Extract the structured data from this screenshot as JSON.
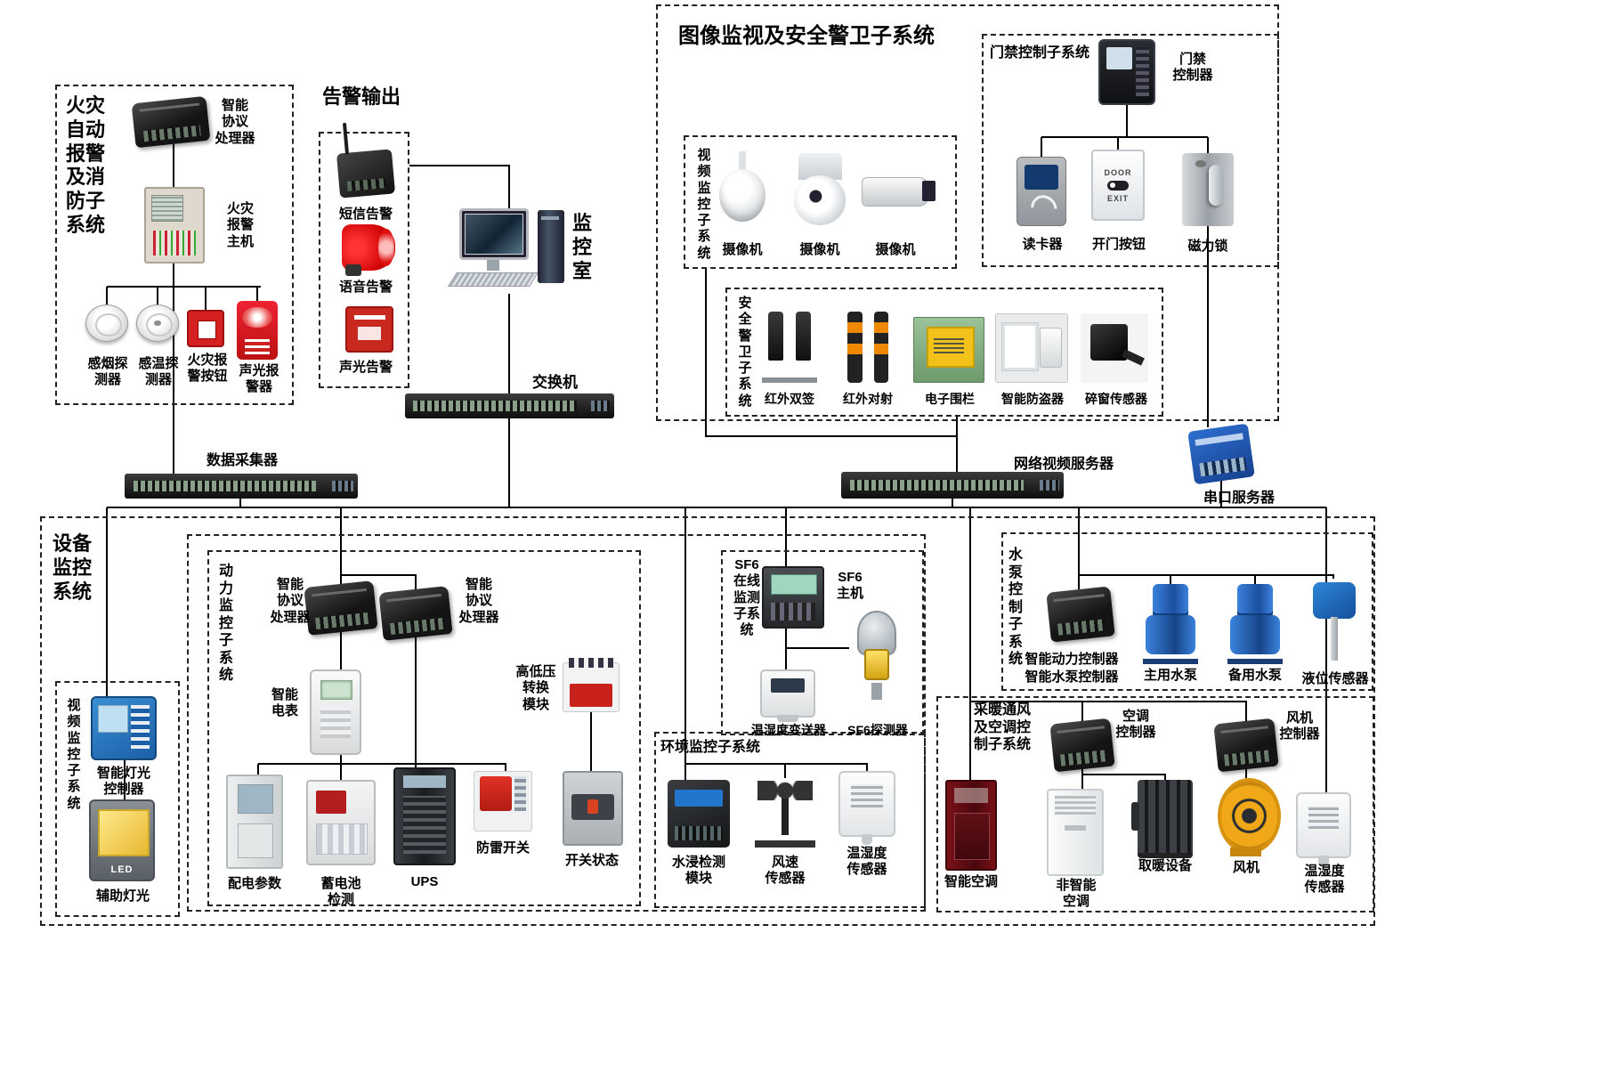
{
  "image_security": {
    "title": "图像监视及安全警卫子系统",
    "access": {
      "title": "门禁控制子系统",
      "controller": "门禁\n控制器",
      "reader": "读卡器",
      "door_button": "开门按钮",
      "door_text_top": "DOOR",
      "door_text_bottom": "EXIT",
      "mag_lock": "磁力锁"
    },
    "video": {
      "title": "视\n频\n监\n控\n子\n系\n统",
      "cam1": "摄像机",
      "cam2": "摄像机",
      "cam3": "摄像机"
    },
    "guard": {
      "title": "安\n全\n警\n卫\n子\n系\n统",
      "ir_dual": "红外双签",
      "ir_beam": "红外对射",
      "fence": "电子围栏",
      "anti_theft": "智能防盗器",
      "window_sensor": "碎窗传感器"
    }
  },
  "fire": {
    "title": "火灾\n自动\n报警\n及消\n防子\n系统",
    "protocol": "智能\n协议\n处理器",
    "host": "火灾\n报警\n主机",
    "smoke": "感烟探\n测器",
    "heat": "感温探\n测器",
    "call_point": "火灾报\n警按钮",
    "sounder": "声光报\n警器"
  },
  "alarm_out": {
    "title": "告警输出",
    "sms": "短信告警",
    "voice": "语音告警",
    "sound_light": "声光告警"
  },
  "backbone": {
    "monitor_room": "监\n控\n室",
    "switch": "交换机",
    "collector": "数据采集器",
    "nvr": "网络视频服务器",
    "serial": "串口服务器"
  },
  "equipment": {
    "title": "设备\n监控\n系统",
    "power": {
      "title": "动\n力\n监\n控\n子\n系\n统",
      "protocol1": "智能\n协议\n处理器",
      "protocol2": "智能\n协议\n处理器",
      "meter": "智能\n电表",
      "hv_module": "高低压\n转换\n模块",
      "dist_params": "配电参数",
      "battery": "蓄电池\n检测",
      "ups": "UPS",
      "lightning": "防雷开关",
      "breaker": "开关状态"
    },
    "sf6": {
      "title": "SF6\n在线\n监测\n子系\n统",
      "host": "SF6\n主机",
      "transmitter": "温湿度变送器",
      "detector": "SF6探测器"
    },
    "env": {
      "title": "环境监控子系统",
      "water": "水浸检测\n模块",
      "wind": "风速\n传感器",
      "th": "温湿度\n传感器"
    },
    "video": {
      "title": "视\n频\n监\n控\n子\n系\n统",
      "light_controller": "智能灯光\n控制器",
      "aux_light": "辅助灯光",
      "led": "LED"
    },
    "pump": {
      "title": "水\n泵\n控\n制\n子\n系\n统",
      "ctrl1": "智能动力控制器",
      "ctrl2": "智能水泵控制器",
      "main_pump": "主用水泵",
      "backup_pump": "备用水泵",
      "level": "液位传感器"
    },
    "hvac": {
      "title": "采暖通风\n及空调控\n制子系统",
      "ac_ctrl": "空调\n控制器",
      "fan_ctrl": "风机\n控制器",
      "smart_ac": "智能空调",
      "basic_ac": "非智能\n空调",
      "heater": "取暖设备",
      "fan": "风机",
      "th": "温湿度\n传感器"
    }
  }
}
